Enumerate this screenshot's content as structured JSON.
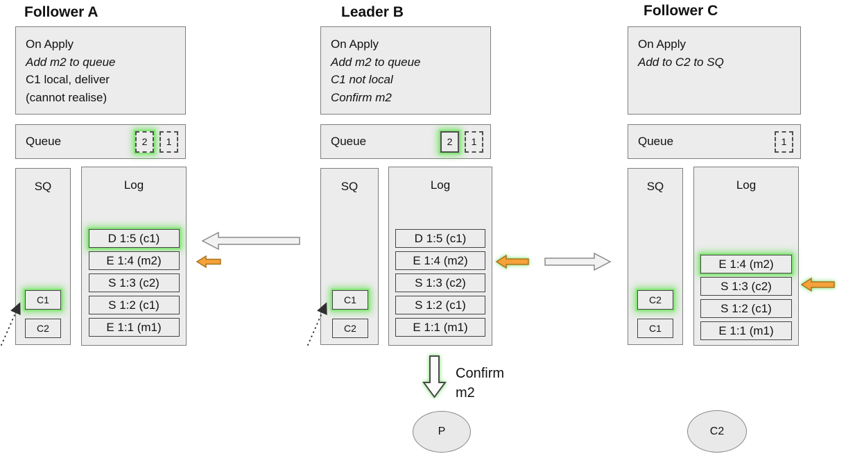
{
  "nodes": [
    {
      "title": "Follower A",
      "on_apply": [
        "On Apply",
        "Add m2 to queue",
        "C1 local, deliver",
        "(cannot realise)"
      ],
      "queue_label": "Queue",
      "queue_items": [
        "2",
        "1"
      ],
      "sq_label": "SQ",
      "sq_items": [
        "C1",
        "C2"
      ],
      "log_label": "Log",
      "log_entries": [
        "D 1:5 (c1)",
        "E 1:4 (m2)",
        "S 1:3 (c2)",
        "S 1:2 (c1)",
        "E 1:1 (m1)"
      ]
    },
    {
      "title": "Leader B",
      "on_apply": [
        "On Apply",
        "Add m2 to queue",
        "C1 not local",
        "Confirm m2"
      ],
      "queue_label": "Queue",
      "queue_items": [
        "2",
        "1"
      ],
      "sq_label": "SQ",
      "sq_items": [
        "C1",
        "C2"
      ],
      "log_label": "Log",
      "log_entries": [
        "D 1:5 (c1)",
        "E 1:4 (m2)",
        "S 1:3 (c2)",
        "S 1:2 (c1)",
        "E 1:1 (m1)"
      ]
    },
    {
      "title": "Follower C",
      "on_apply": [
        "On Apply",
        "Add to C2 to SQ"
      ],
      "queue_label": "Queue",
      "queue_items": [
        "1"
      ],
      "sq_label": "SQ",
      "sq_items": [
        "C2",
        "C1"
      ],
      "log_label": "Log",
      "log_entries": [
        "E 1:4 (m2)",
        "S 1:3 (c2)",
        "S 1:2 (c1)",
        "E 1:1 (m1)"
      ]
    }
  ],
  "confirm_label": "Confirm\nm2",
  "actors": [
    {
      "label": "P"
    },
    {
      "label": "C2"
    }
  ],
  "colors": {
    "highlight_green": "#57da4c",
    "arrow_orange": "#f6a13b",
    "box_gray": "#ececec"
  }
}
